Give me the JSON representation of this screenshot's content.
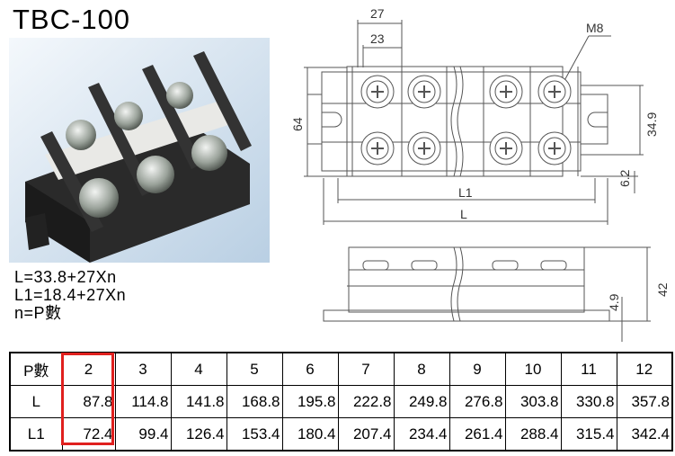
{
  "title": "TBC-100",
  "formulas": [
    "L=33.8+27Xn",
    "L1=18.4+27Xn",
    "n=P數"
  ],
  "dimensions": {
    "pitch_outer": "27",
    "pitch_inner": "23",
    "screw": "M8",
    "height_total": "64",
    "row_spacing": "34.9",
    "edge_offset": "6.2",
    "l1": "L1",
    "l": "L",
    "side_height": "42",
    "side_offset": "4.9"
  },
  "table": {
    "headers": [
      "P數",
      "2",
      "3",
      "4",
      "5",
      "6",
      "7",
      "8",
      "9",
      "10",
      "11",
      "12"
    ],
    "rows": [
      [
        "L",
        "87.8",
        "114.8",
        "141.8",
        "168.8",
        "195.8",
        "222.8",
        "249.8",
        "276.8",
        "303.8",
        "330.8",
        "357.8"
      ],
      [
        "L1",
        "72.4",
        "99.4",
        "126.4",
        "153.4",
        "180.4",
        "207.4",
        "234.4",
        "261.4",
        "288.4",
        "315.4",
        "342.4"
      ]
    ],
    "highlight_column": "2"
  },
  "colors": {
    "highlight": "#e0201e",
    "photo_bg": "#cfe0ee",
    "block": "#2b2b2b"
  }
}
